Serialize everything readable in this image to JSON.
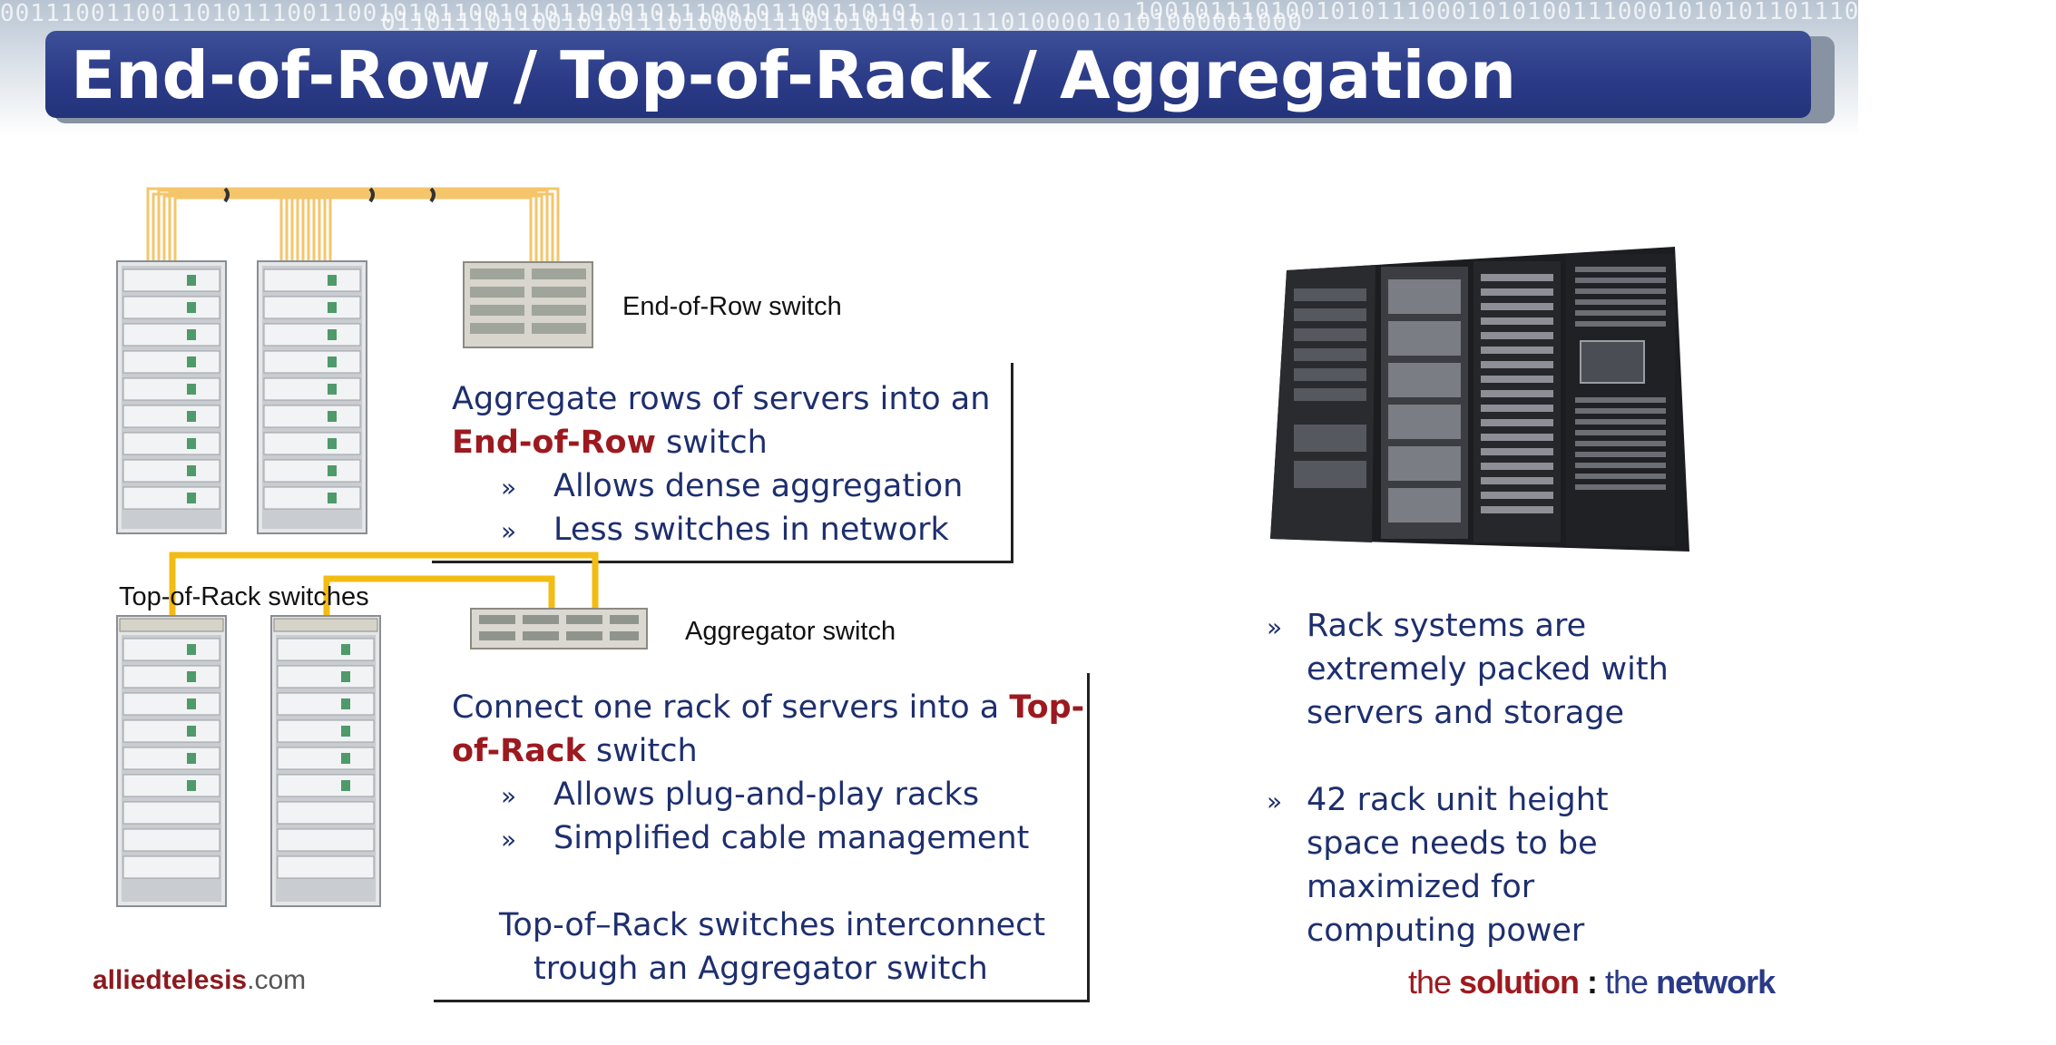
{
  "slide": {
    "title": "End-of-Row / Top-of-Rack / Aggregation",
    "binary_row_1": "0011100110011010111001100101011001010110101011100101100110101",
    "binary_row_2": "0110111011001010111010000111010101101011101000010101000001000",
    "binary_row_3": "1001011101001010111000101010011100010101011011100010100111010"
  },
  "eor": {
    "switch_label": "End-of-Row switch",
    "desc_line1": "Aggregate rows of servers into an",
    "desc_bold": "End-of-Row",
    "desc_rest": " switch",
    "bullets": [
      "Allows dense aggregation",
      "Less switches in network"
    ]
  },
  "tor": {
    "racks_label": "Top-of-Rack switches",
    "aggregator_label": "Aggregator switch",
    "desc_line1_pre": "Connect one rack of servers into a ",
    "desc_line1_bold": "Top-",
    "desc_line2_bold": "of-Rack",
    "desc_line2_rest": " switch",
    "bullets": [
      "Allows plug-and-play racks",
      "Simplified cable management"
    ],
    "note_line1": "Top-of–Rack switches interconnect",
    "note_line2": "trough  an Aggregator switch"
  },
  "right": {
    "bullet_marker": "»",
    "bullets": [
      {
        "lines": [
          "Rack systems are",
          "extremely packed with",
          "servers and storage"
        ]
      },
      {
        "lines": [
          "42 rack unit height",
          "space needs to be",
          "maximized for",
          "computing power"
        ]
      }
    ]
  },
  "footer": {
    "company": "alliedtelesis",
    "domain": ".com",
    "tagline_a": "the ",
    "tagline_b": "solution",
    "tagline_c": " : ",
    "tagline_d": "the ",
    "tagline_e": "network"
  },
  "colors": {
    "title_bar": "#2a3a86",
    "body_text": "#1e2f6e",
    "accent_red": "#9c1a1f",
    "cable_orange": "#f4c56a",
    "cable_yellow": "#f2bc14"
  }
}
